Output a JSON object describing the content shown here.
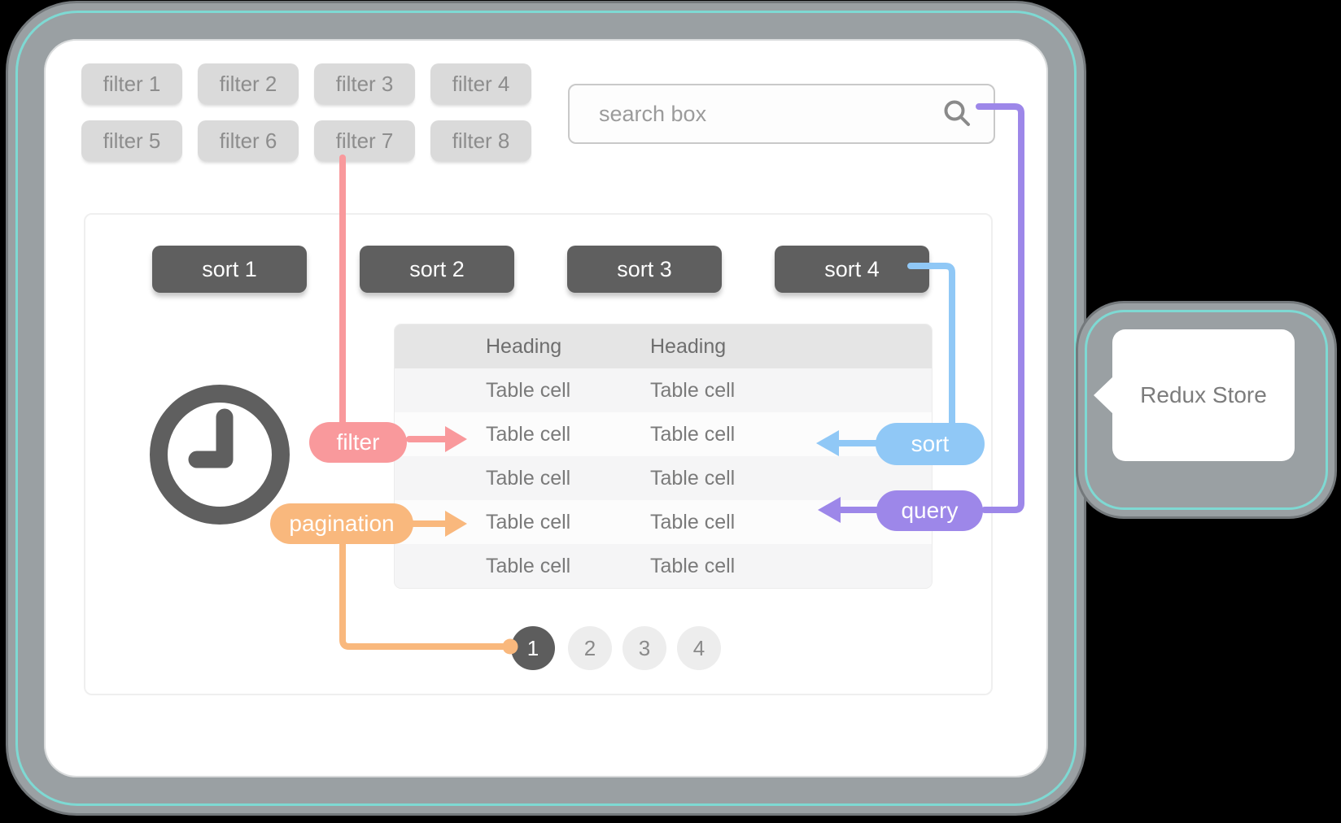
{
  "window": {
    "filters": [
      "filter 1",
      "filter 2",
      "filter 3",
      "filter 4",
      "filter 5",
      "filter 6",
      "filter 7",
      "filter 8"
    ],
    "search": {
      "placeholder": "search box"
    },
    "sorts": [
      "sort 1",
      "sort 2",
      "sort 3",
      "sort 4"
    ],
    "table": {
      "headers": [
        "Heading",
        "Heading"
      ],
      "rows": [
        [
          "Table cell",
          "Table cell"
        ],
        [
          "Table cell",
          "Table cell"
        ],
        [
          "Table cell",
          "Table cell"
        ],
        [
          "Table cell",
          "Table cell"
        ],
        [
          "Table cell",
          "Table cell"
        ]
      ]
    },
    "pagination": {
      "pages": [
        "1",
        "2",
        "3",
        "4"
      ],
      "active_page": "1"
    }
  },
  "annotations": {
    "filter": {
      "label": "filter",
      "color": "#f9999c"
    },
    "pagination": {
      "label": "pagination",
      "color": "#f9b87d"
    },
    "sort": {
      "label": "sort",
      "color": "#90c8f6"
    },
    "query": {
      "label": "query",
      "color": "#9d87e9"
    }
  },
  "redux": {
    "label": "Redux Store"
  },
  "theme": {
    "window_border": "#9aa0a3",
    "teal_ring": "#7ed9d3",
    "dark_button": "#5f5f5f",
    "light_button": "#dadada"
  }
}
